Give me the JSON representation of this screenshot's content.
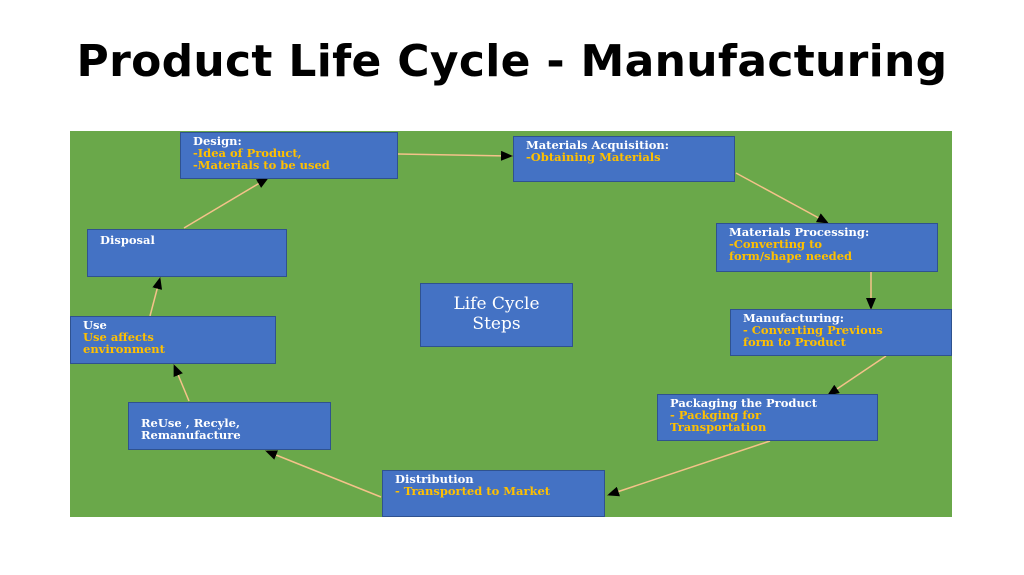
{
  "title": "Product Life Cycle - Manufacturing",
  "center_label": "Life Cycle\nSteps",
  "steps": {
    "design": {
      "head": "Design:",
      "sub": "-Idea of Product,\n-Materials to be used"
    },
    "materials_acquisition": {
      "head": "Materials Acquisition:",
      "sub": "-Obtaining Materials"
    },
    "materials_processing": {
      "head": "Materials Processing:",
      "sub": "-Converting to\nform/shape  needed"
    },
    "manufacturing": {
      "head": "Manufacturing:",
      "sub": "- Converting Previous\nform to Product"
    },
    "packaging": {
      "head": "Packaging the Product",
      "sub": "- Packging for\nTransportation"
    },
    "distribution": {
      "head": "Distribution",
      "sub": "- Transported to Market"
    },
    "reuse": {
      "head": "ReUse , Recyle,\nRemanufacture",
      "sub": ""
    },
    "use": {
      "head": "Use",
      "sub": "Use affects\nenvironment"
    },
    "disposal": {
      "head": "Disposal",
      "sub": ""
    }
  },
  "colors": {
    "background": "#6aa84a",
    "box_fill": "#4472c4",
    "heading_text": "#ffffff",
    "sub_text": "#ffc000",
    "arrow_line": "#f4c28a"
  }
}
